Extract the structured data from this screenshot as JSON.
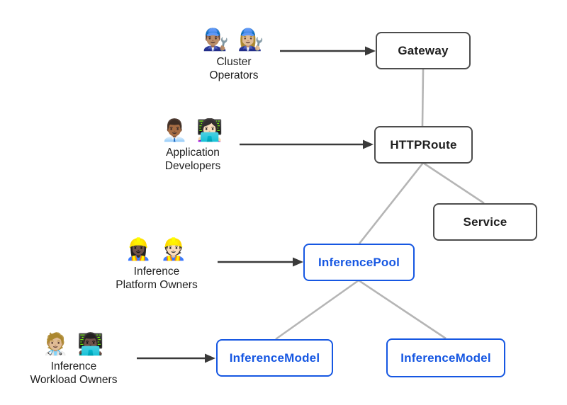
{
  "diagram": {
    "personas": [
      {
        "id": "cluster-operators",
        "emojis": "👨🏽‍🔧 👩🏼‍🔧",
        "label_line1": "Cluster",
        "label_line2": "Operators"
      },
      {
        "id": "application-developers",
        "emojis": "👨🏾‍💼 👩🏻‍💻",
        "label_line1": "Application",
        "label_line2": "Developers"
      },
      {
        "id": "inference-platform-owners",
        "emojis": "👷🏿‍♀️ 👷🏻",
        "label_line1": "Inference",
        "label_line2": "Platform Owners"
      },
      {
        "id": "inference-workload-owners",
        "emojis": "🧑🏼‍⚕️ 👨🏿‍💻",
        "label_line1": "Inference",
        "label_line2": "Workload Owners"
      }
    ],
    "nodes": [
      {
        "id": "gateway",
        "label": "Gateway",
        "style": "dark"
      },
      {
        "id": "httproute",
        "label": "HTTPRoute",
        "style": "dark"
      },
      {
        "id": "service",
        "label": "Service",
        "style": "dark"
      },
      {
        "id": "inferencepool",
        "label": "InferencePool",
        "style": "blue"
      },
      {
        "id": "inferencemodel-left",
        "label": "InferenceModel",
        "style": "blue"
      },
      {
        "id": "inferencemodel-right",
        "label": "InferenceModel",
        "style": "blue"
      }
    ],
    "edges": [
      {
        "from": "gateway",
        "to": "httproute"
      },
      {
        "from": "httproute",
        "to": "service"
      },
      {
        "from": "httproute",
        "to": "inferencepool"
      },
      {
        "from": "inferencepool",
        "to": "inferencemodel-left"
      },
      {
        "from": "inferencepool",
        "to": "inferencemodel-right"
      }
    ],
    "colors": {
      "bg": "#ffffff",
      "ink": "#1f1f1f",
      "dark": "#4d4d4d",
      "blue": "#1657e2",
      "edge": "#b5b5b5",
      "arrow": "#3a3a3a"
    }
  }
}
